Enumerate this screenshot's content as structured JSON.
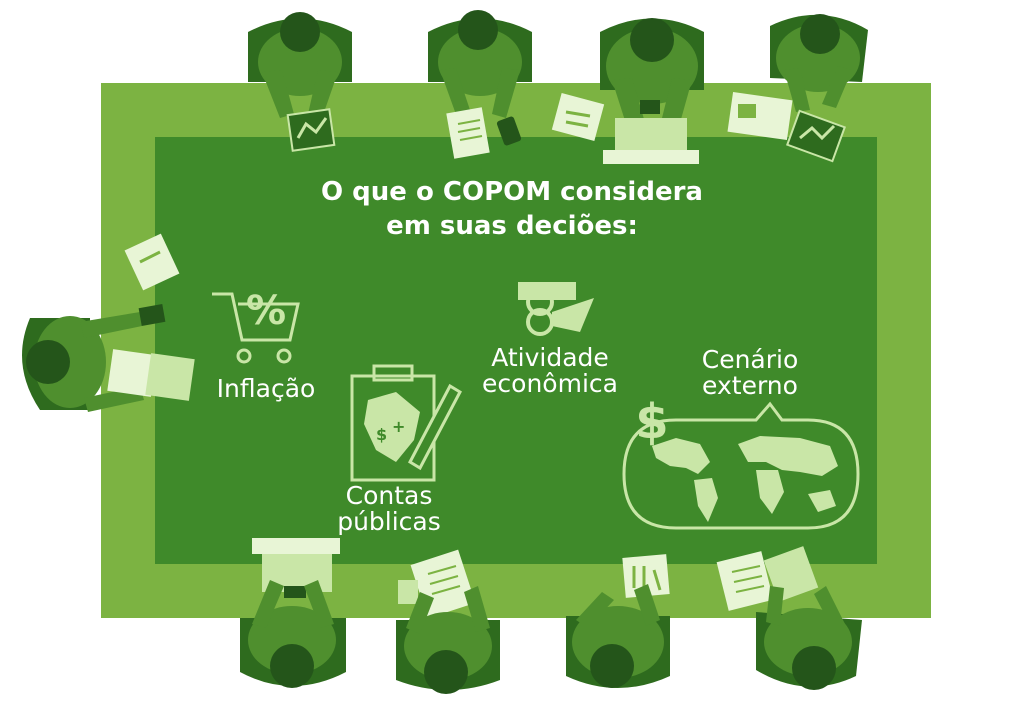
{
  "title_line1": "O que o COPOM considera",
  "title_line2": "em suas deciões:",
  "topics": {
    "inflacao": "Inflação",
    "contas_line1": "Contas",
    "contas_line2": "públicas",
    "atividade_line1": "Atividade",
    "atividade_line2": "econômica",
    "cenario_line1": "Cenário",
    "cenario_line2": "externo"
  },
  "icons": {
    "percent_symbol": "%",
    "dollar_symbol": "$",
    "plus_symbol": "+",
    "dollar_small": "$"
  },
  "colors": {
    "table_outer": "#7cb342",
    "table_inner": "#3f8a2a",
    "person_dark": "#2e6b1e",
    "person_mid": "#4f8f2e",
    "paper": "#e8f5d6",
    "outline": "#c9e6a7"
  }
}
